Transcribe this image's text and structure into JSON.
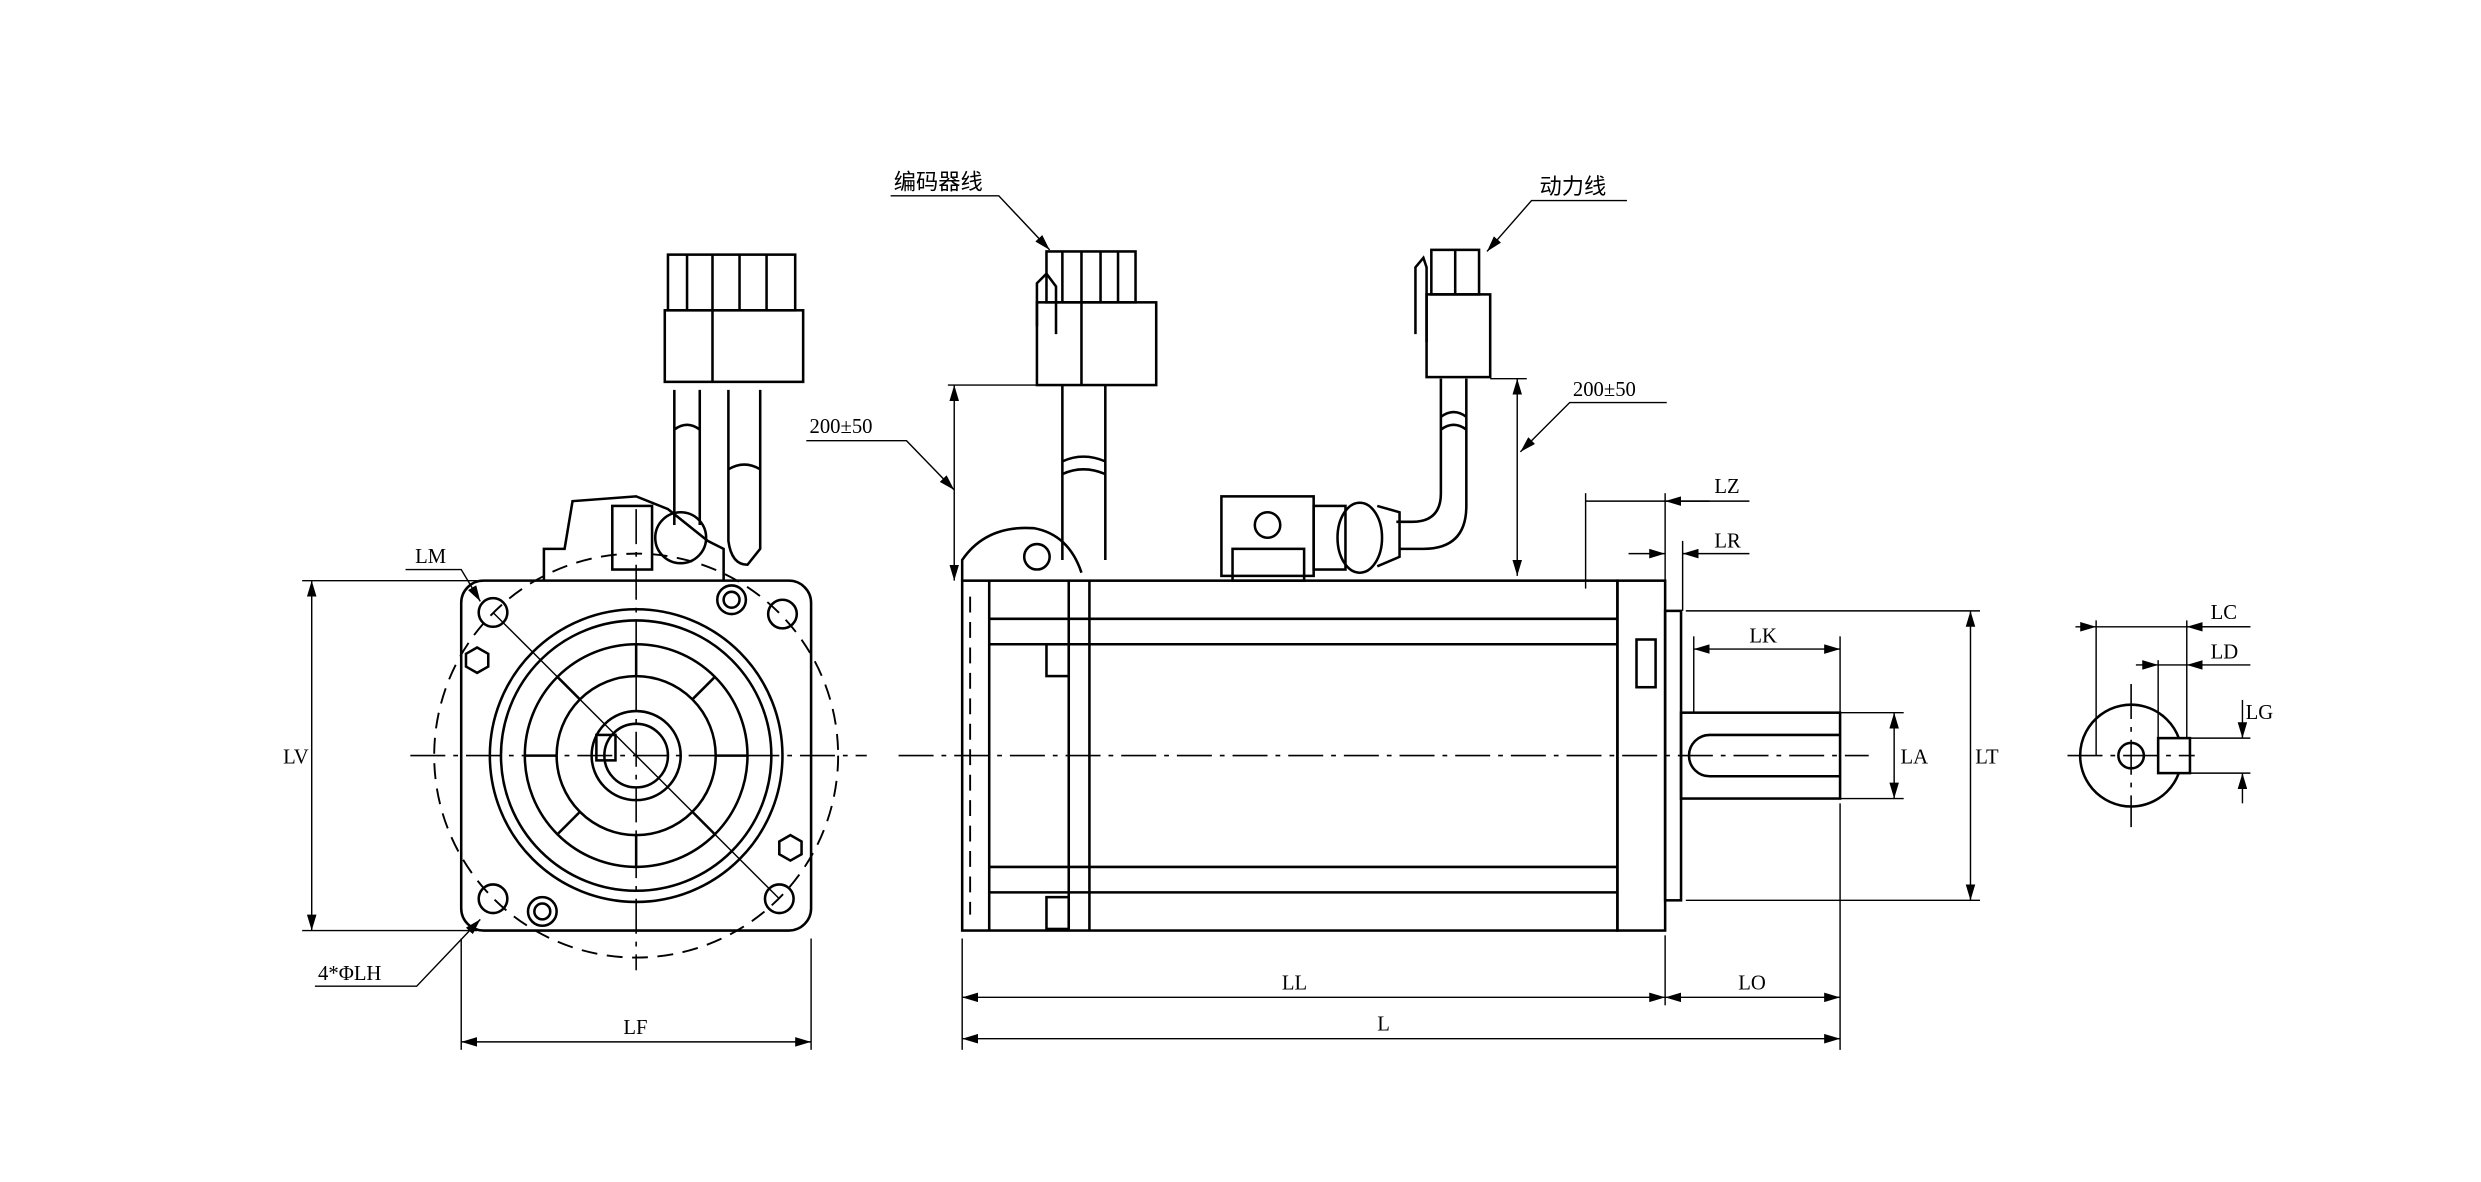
{
  "callouts": {
    "encoder_cable": "编码器线",
    "power_cable": "动力线",
    "encoder_cable_length": "200±50",
    "power_cable_length": "200±50"
  },
  "dimensions": {
    "LM": "LM",
    "LV": "LV",
    "LH": "4*ΦLH",
    "LF": "LF",
    "LZ": "LZ",
    "LR": "LR",
    "LK": "LK",
    "LA": "LA",
    "LT": "LT",
    "LL": "LL",
    "LO": "LO",
    "L": "L",
    "LC": "LC",
    "LD": "LD",
    "LG": "LG"
  }
}
